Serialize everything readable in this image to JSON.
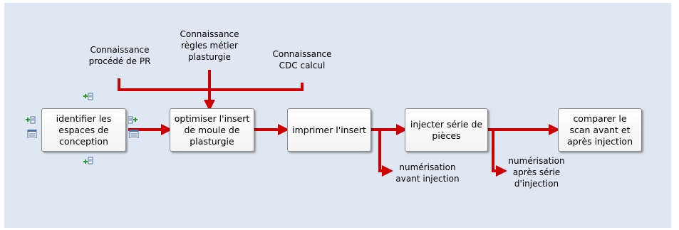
{
  "boxes": {
    "b1": "identifier les espaces de conception",
    "b2": "optimiser l'insert de moule de plasturgie",
    "b3": "imprimer l'insert",
    "b4": "injecter série de pièces",
    "b5": "comparer le scan avant et après injection"
  },
  "labels": {
    "k1": "Connaissance\nprocédé de PR",
    "k2": "Connaissance\nrègles métier\nplasturgie",
    "k3": "Connaissance\nCDC calcul",
    "o1": "numérisation\navant injection",
    "o2": "numérisation\naprès série\nd'injection"
  },
  "colors": {
    "arrow": "#cc0000",
    "background": "#dfe7f3"
  },
  "icons": [
    "add-input-icon",
    "add-control-icon",
    "add-output-icon",
    "add-mechanism-icon",
    "note-icon"
  ]
}
